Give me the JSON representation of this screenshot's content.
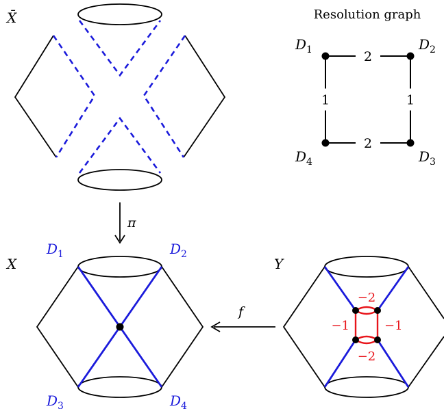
{
  "labels": {
    "x_bar": "X̄",
    "resolution_title": "Resolution graph",
    "pi": "π",
    "x": "X",
    "y": "Y",
    "f": "f"
  },
  "graph": {
    "nodes": [
      {
        "name": "D",
        "sub": "1"
      },
      {
        "name": "D",
        "sub": "2"
      },
      {
        "name": "D",
        "sub": "3"
      },
      {
        "name": "D",
        "sub": "4"
      }
    ],
    "edges": [
      {
        "from": 0,
        "to": 1,
        "label": "2"
      },
      {
        "from": 3,
        "to": 2,
        "label": "2"
      },
      {
        "from": 0,
        "to": 3,
        "label": "1"
      },
      {
        "from": 1,
        "to": 2,
        "label": "1"
      }
    ]
  },
  "x_divisors": [
    {
      "name": "D",
      "sub": "1"
    },
    {
      "name": "D",
      "sub": "2"
    },
    {
      "name": "D",
      "sub": "3"
    },
    {
      "name": "D",
      "sub": "4"
    }
  ],
  "y_numbers": {
    "top": "−2",
    "bottom": "−2",
    "left": "−1",
    "right": "−1"
  },
  "colors": {
    "blue": "#1a1adb",
    "red": "#e8141a",
    "black": "#000000"
  }
}
